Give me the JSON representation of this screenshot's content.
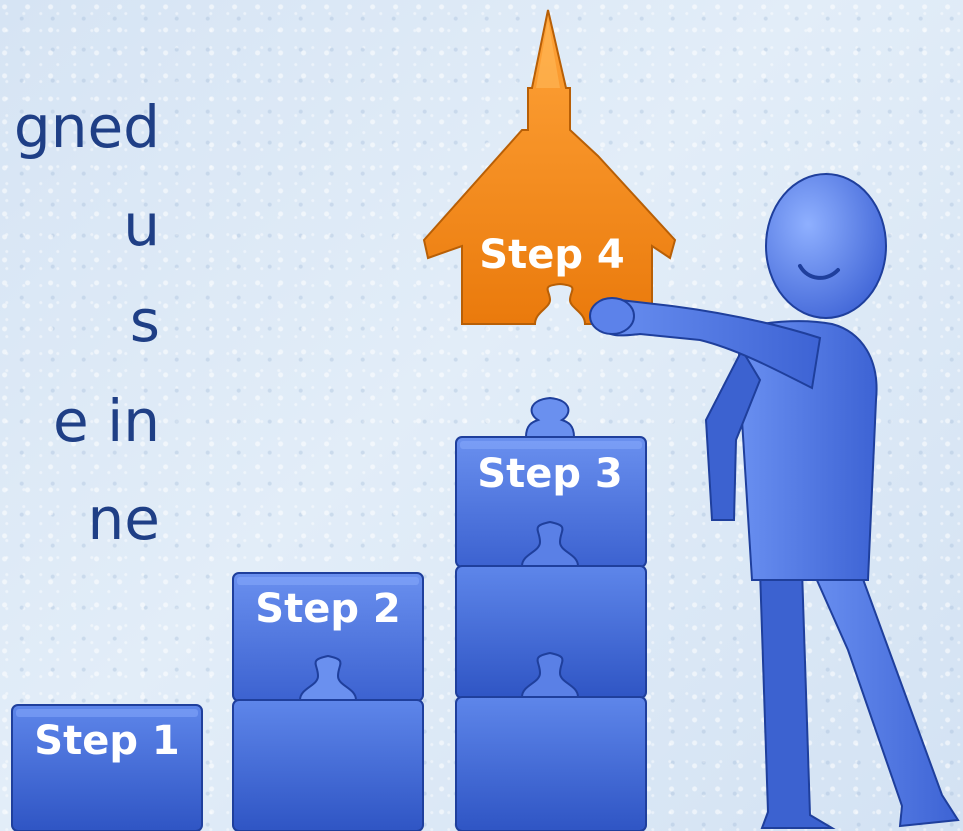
{
  "slide": {
    "text_lines": [
      "gned",
      "u",
      "s",
      "e in",
      "ne"
    ]
  },
  "steps": [
    {
      "label": "Step 1",
      "color": "#3b63cf"
    },
    {
      "label": "Step 2",
      "color": "#3b63cf"
    },
    {
      "label": "Step 3",
      "color": "#3b63cf"
    },
    {
      "label": "Step 4",
      "color": "#f28a16"
    }
  ],
  "figure": {
    "icon": "person-figure-icon",
    "color": "#4f78e3"
  }
}
